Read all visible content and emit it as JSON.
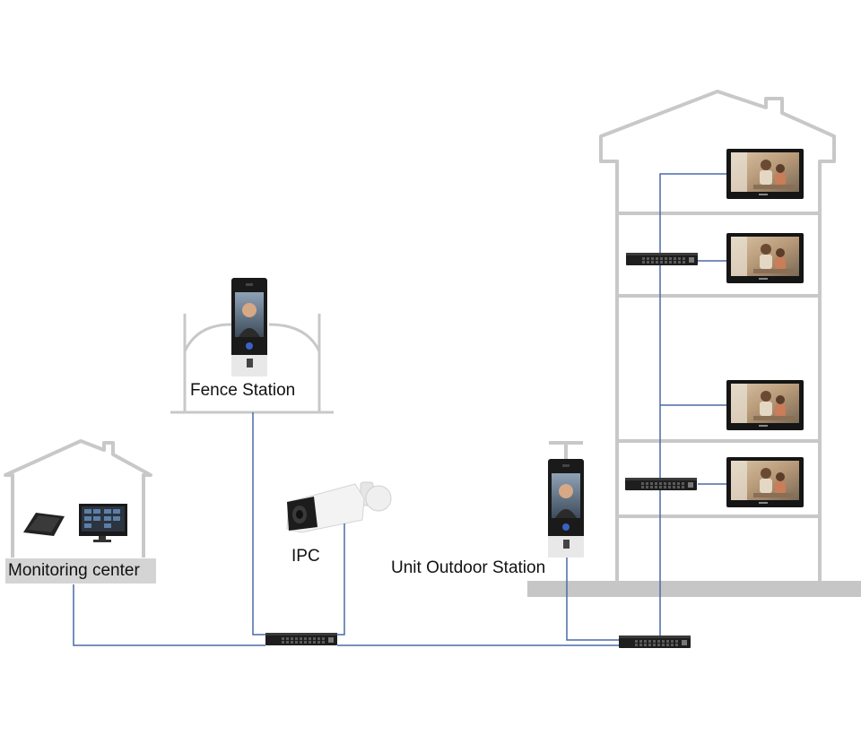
{
  "labels": {
    "monitoring_center": "Monitoring center",
    "fence_station": "Fence Station",
    "ipc": "IPC",
    "unit_outdoor_station": "Unit Outdoor Station"
  },
  "colors": {
    "building_outline": "#c8c8c8",
    "ground": "#c6c6c6",
    "cable": "#4a6aa8",
    "device_dark": "#1c1c1c",
    "camera_white": "#f2f2f2"
  },
  "icons": [
    "house-icon",
    "building-icon",
    "switch-icon",
    "indoor-monitor-icon",
    "door-station-icon",
    "bullet-camera-icon",
    "desktop-monitor-icon",
    "tablet-icon"
  ]
}
